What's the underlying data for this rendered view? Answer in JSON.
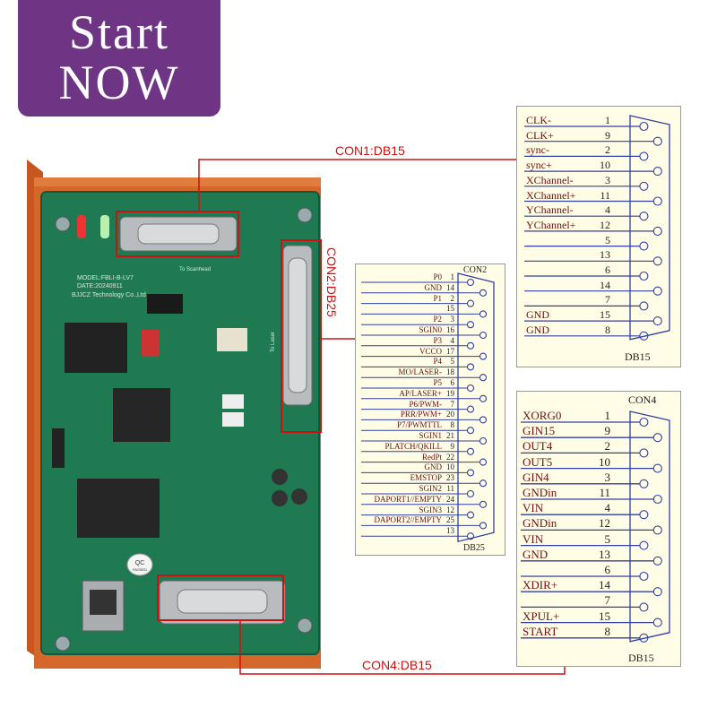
{
  "logo": {
    "line1": "Start",
    "line2": "NOW"
  },
  "board": {
    "model_line1": "MODEL:FBLI-B-LV7",
    "model_line2": "DATE:20240911",
    "maker": "BJJCZ Technology Co.,Ltd",
    "scanhead_label": "To Scanhead",
    "laser_label": "To Laser",
    "qc_label": "QC",
    "qc_sub": "PASSED"
  },
  "callouts": {
    "con1": "CON1:DB15",
    "con2": "CON2:DB25",
    "con4": "CON4:DB15"
  },
  "con1_panel": {
    "title": "DB15",
    "pins": [
      {
        "name": "CLK-",
        "num": "1"
      },
      {
        "name": "CLK+",
        "num": "9"
      },
      {
        "name": "sync-",
        "num": "2"
      },
      {
        "name": "sync+",
        "num": "10"
      },
      {
        "name": "XChannel-",
        "num": "3"
      },
      {
        "name": "XChannel+",
        "num": "11"
      },
      {
        "name": "YChannel-",
        "num": "4"
      },
      {
        "name": "YChannel+",
        "num": "12"
      },
      {
        "name": "",
        "num": "5"
      },
      {
        "name": "",
        "num": "13"
      },
      {
        "name": "",
        "num": "6"
      },
      {
        "name": "",
        "num": "14"
      },
      {
        "name": "",
        "num": "7"
      },
      {
        "name": "GND",
        "num": "15"
      },
      {
        "name": "GND",
        "num": "8"
      }
    ]
  },
  "con2_panel": {
    "header": "CON2",
    "title": "DB25",
    "pins": [
      {
        "name": "P0",
        "num": "1"
      },
      {
        "name": "GND",
        "num": "14"
      },
      {
        "name": "P1",
        "num": "2"
      },
      {
        "name": "",
        "num": "15"
      },
      {
        "name": "P2",
        "num": "3"
      },
      {
        "name": "SGIN0",
        "num": "16"
      },
      {
        "name": "P3",
        "num": "4"
      },
      {
        "name": "VCCO",
        "num": "17"
      },
      {
        "name": "P4",
        "num": "5"
      },
      {
        "name": "MO/LASER-",
        "num": "18"
      },
      {
        "name": "P5",
        "num": "6"
      },
      {
        "name": "AP/LASER+",
        "num": "19"
      },
      {
        "name": "P6/PWM-",
        "num": "7"
      },
      {
        "name": "PRR/PWM+",
        "num": "20"
      },
      {
        "name": "P7/PWMTTL",
        "num": "8"
      },
      {
        "name": "SGIN1",
        "num": "21"
      },
      {
        "name": "PLATCH/QKILL",
        "num": "9"
      },
      {
        "name": "RedPt",
        "num": "22"
      },
      {
        "name": "GND",
        "num": "10"
      },
      {
        "name": "EMSTOP",
        "num": "23"
      },
      {
        "name": "SGIN2",
        "num": "11"
      },
      {
        "name": "DAPORT1//EMPTY",
        "num": "24"
      },
      {
        "name": "SGIN3",
        "num": "12"
      },
      {
        "name": "DAPORT2//EMPTY",
        "num": "25"
      },
      {
        "name": "",
        "num": "13"
      }
    ]
  },
  "con4_panel": {
    "header": "CON4",
    "title": "DB15",
    "pins": [
      {
        "name": "XORG0",
        "num": "1"
      },
      {
        "name": "GIN15",
        "num": "9"
      },
      {
        "name": "OUT4",
        "num": "2"
      },
      {
        "name": "OUT5",
        "num": "10"
      },
      {
        "name": "GIN4",
        "num": "3"
      },
      {
        "name": "GNDin",
        "num": "11"
      },
      {
        "name": "VIN",
        "num": "4"
      },
      {
        "name": "GNDin",
        "num": "12"
      },
      {
        "name": "VIN",
        "num": "5"
      },
      {
        "name": "GND",
        "num": "13"
      },
      {
        "name": "",
        "num": "6"
      },
      {
        "name": "XDIR+",
        "num": "14"
      },
      {
        "name": "",
        "num": "7"
      },
      {
        "name": "XPUL+",
        "num": "15"
      },
      {
        "name": "START",
        "num": "8"
      }
    ]
  },
  "colors": {
    "callout": "#d01010",
    "pcb": "#1f7a52",
    "bracket": "#d4682a",
    "logo_bg": "#6e3584"
  }
}
